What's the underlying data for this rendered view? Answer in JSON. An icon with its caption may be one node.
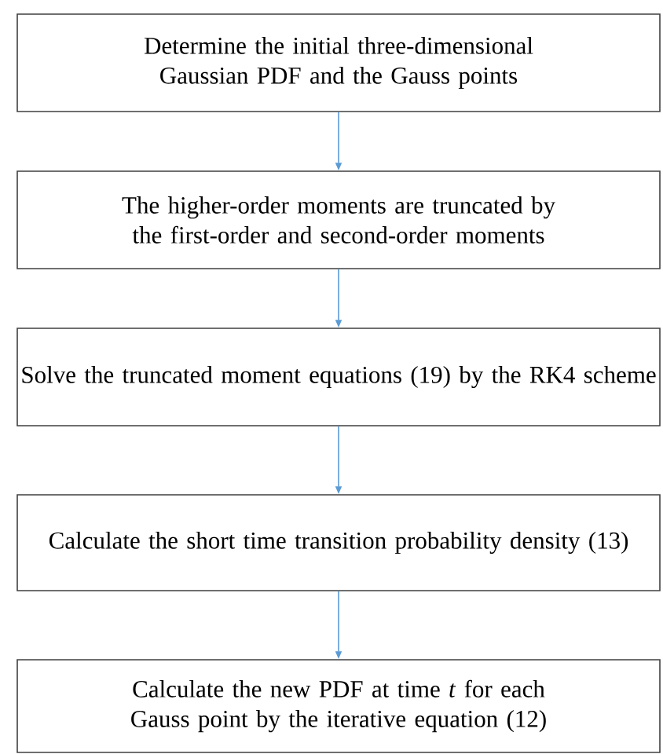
{
  "diagram": {
    "nodes": [
      {
        "text": [
          "Determine the initial three-dimensional Gaussian PDF and the Gauss points"
        ]
      },
      {
        "text": [
          "The higher-order moments are truncated by the first-order and second-order moments"
        ]
      },
      {
        "text": [
          "Solve the truncated moment equations (19) by the RK4 scheme"
        ]
      },
      {
        "text": [
          "Calculate the short time transition probability density (13)"
        ]
      },
      {
        "text": [
          "Calculate the new PDF at time *t* for each Gauss point by the iterative equation (12)"
        ]
      }
    ],
    "edges": [
      {
        "from": 0,
        "to": 1,
        "arrow": "to"
      },
      {
        "from": 1,
        "to": 2,
        "arrow": "to"
      },
      {
        "from": 2,
        "to": 3,
        "arrow": "to"
      },
      {
        "from": 3,
        "to": 4,
        "arrow": "to"
      }
    ]
  }
}
